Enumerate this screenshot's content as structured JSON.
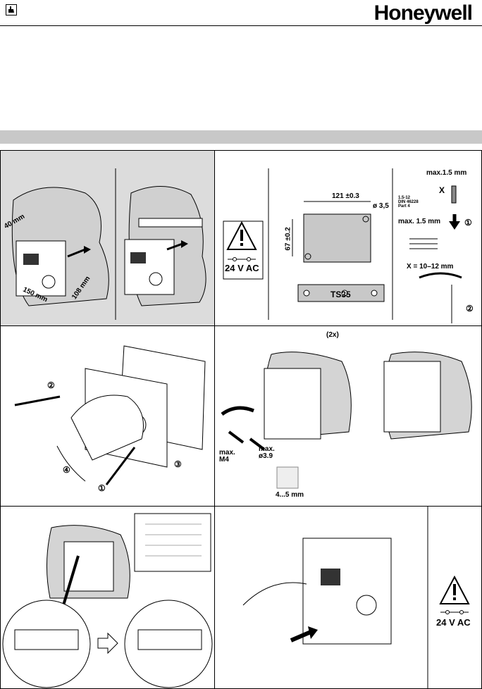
{
  "header": {
    "brand": "Honeywell",
    "icon": "hand-pointing-icon"
  },
  "panel_1": {
    "dim_depth": "40 mm",
    "dim_width": "150 mm",
    "dim_height": "108 mm"
  },
  "panel_2": {
    "warning_label": "24 V AC",
    "dim_hole_spacing": "121 ±0.3",
    "dim_hole_dia": "ø 3,5",
    "dim_vertical": "67 ±0.2",
    "rail_label": "TS35",
    "wire_max_top": "max.1.5 mm",
    "wire_standard": "1.5-12\nDIN 46228\nPart 4",
    "wire_max_mid": "max. 1.5 mm",
    "wire_strip": "X = 10–12 mm",
    "step_1": "①",
    "step_2": "②",
    "x_label": "X"
  },
  "panel_3": {
    "step_1": "①",
    "step_2": "②",
    "step_3": "③",
    "step_4": "④"
  },
  "panel_4": {
    "count_label": "(2x)",
    "screw_max": "max.\nM4",
    "dowel_max": "max.\nø3.9",
    "drill_range": "4...5 mm"
  },
  "panel_6": {
    "warning_label": "24 V AC"
  },
  "colors": {
    "panel_bg": "#dcdcdc",
    "section_bar": "#c8c8c8",
    "wall": "#d4d4d4"
  }
}
